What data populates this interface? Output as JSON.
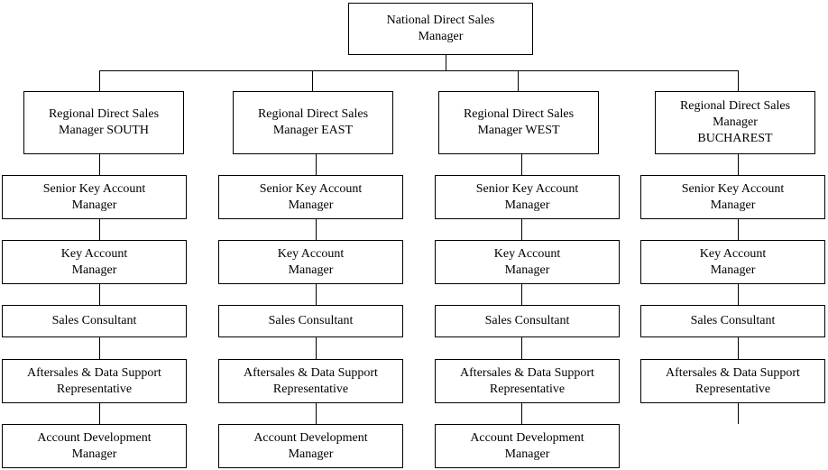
{
  "top": {
    "label": "National Direct Sales\nManager"
  },
  "branches": [
    {
      "manager": "Regional Direct Sales\nManager SOUTH",
      "roles": [
        "Senior Key Account\nManager",
        "Key Account\nManager",
        "Sales Consultant",
        "Aftersales & Data Support\nRepresentative",
        "Account Development\nManager"
      ]
    },
    {
      "manager": "Regional Direct Sales\nManager EAST",
      "roles": [
        "Senior Key Account\nManager",
        "Key Account\nManager",
        "Sales Consultant",
        "Aftersales & Data Support\nRepresentative",
        "Account Development\nManager"
      ]
    },
    {
      "manager": "Regional Direct Sales\nManager WEST",
      "roles": [
        "Senior Key Account\nManager",
        "Key Account\nManager",
        "Sales Consultant",
        "Aftersales & Data Support\nRepresentative",
        "Account Development\nManager"
      ]
    },
    {
      "manager": "Regional Direct Sales\nManager\nBUCHAREST",
      "roles": [
        "Senior Key Account\nManager",
        "Key Account\nManager",
        "Sales Consultant",
        "Aftersales & Data Support\nRepresentative"
      ]
    }
  ]
}
